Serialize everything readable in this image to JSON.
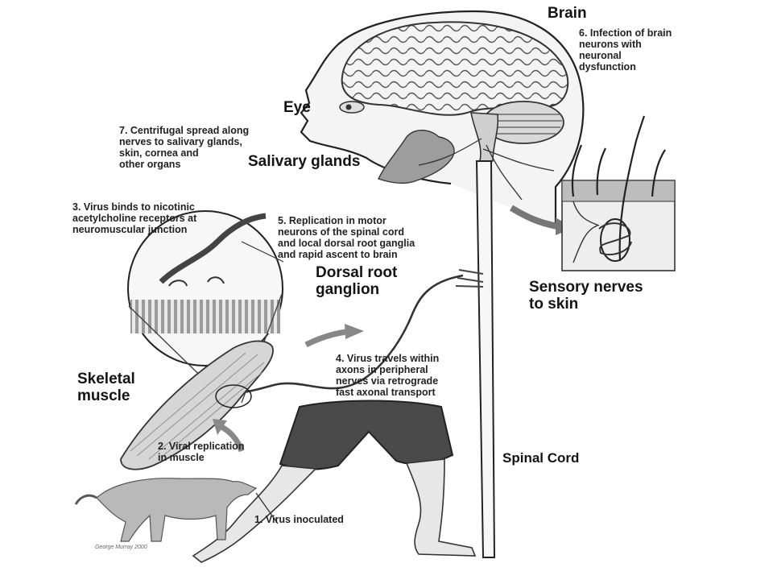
{
  "labels": {
    "brain": "Brain",
    "eye": "Eye",
    "salivary_glands": "Salivary glands",
    "dorsal_root_ganglion": "Dorsal root\nganglion",
    "sensory_nerves": "Sensory nerves\nto skin",
    "skeletal_muscle": "Skeletal\nmuscle",
    "spinal_cord": "Spinal Cord"
  },
  "steps": {
    "step1": "1. Virus inoculated",
    "step2": "2. Viral replication\n    in muscle",
    "step3": "3. Virus binds to nicotinic\n    acetylcholine receptors at\n    neuromuscular junction",
    "step4": "4. Virus travels within\n    axons in peripheral\n    nerves via retrograde\n    fast axonal transport",
    "step5": "5. Replication in motor\n    neurons of the spinal cord\n    and local dorsal root ganglia\n    and rapid ascent to brain",
    "step6": "6. Infection of brain\n    neurons with\n    neuronal\n    dysfunction",
    "step7": "7. Centrifugal spread along\n    nerves to salivary glands,\n    skin, cornea and\n    other organs"
  },
  "signature": "George Murray 2000"
}
